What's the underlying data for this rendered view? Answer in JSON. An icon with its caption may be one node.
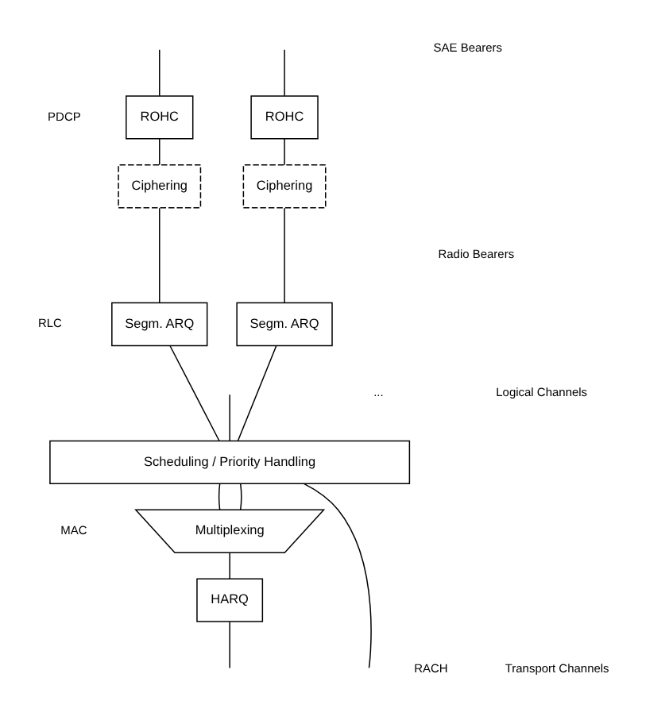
{
  "diagram": {
    "nodes": [
      {
        "text": [
          "ROHC"
        ]
      },
      {
        "text": [
          "Ciphering"
        ]
      },
      {
        "text": [
          "Segm. ARQ"
        ]
      },
      {
        "text": [
          "ROHC"
        ]
      },
      {
        "text": [
          "Ciphering"
        ]
      },
      {
        "text": [
          "Segm. ARQ"
        ]
      },
      {
        "text": [
          "Scheduling / Priority Handling"
        ]
      },
      {
        "text": [
          "Multiplexing"
        ]
      },
      {
        "text": [
          "HARQ"
        ]
      }
    ],
    "edges": [
      {
        "from": null,
        "to": 0,
        "arrow": "none"
      },
      {
        "from": 0,
        "to": 1,
        "arrow": "none"
      },
      {
        "from": 1,
        "to": 2,
        "arrow": "none"
      },
      {
        "from": 2,
        "to": 6,
        "arrow": "none"
      },
      {
        "from": null,
        "to": 3,
        "arrow": "none"
      },
      {
        "from": 3,
        "to": 4,
        "arrow": "none"
      },
      {
        "from": 4,
        "to": 5,
        "arrow": "none"
      },
      {
        "from": 5,
        "to": 6,
        "arrow": "none"
      },
      {
        "from": null,
        "to": 6,
        "arrow": "none"
      },
      {
        "from": 6,
        "to": 7,
        "arrow": "none"
      },
      {
        "from": 6,
        "to": 7,
        "arrow": "none"
      },
      {
        "from": 7,
        "to": 8,
        "arrow": "none"
      },
      {
        "from": 8,
        "to": null,
        "arrow": "none"
      },
      {
        "from": 6,
        "to": null,
        "arrow": "none"
      }
    ],
    "labels": [
      "SAE Bearers",
      "PDCP",
      "Radio Bearers",
      "RLC",
      "...",
      "Logical Channels",
      "MAC",
      "RACH",
      "Transport Channels"
    ]
  }
}
